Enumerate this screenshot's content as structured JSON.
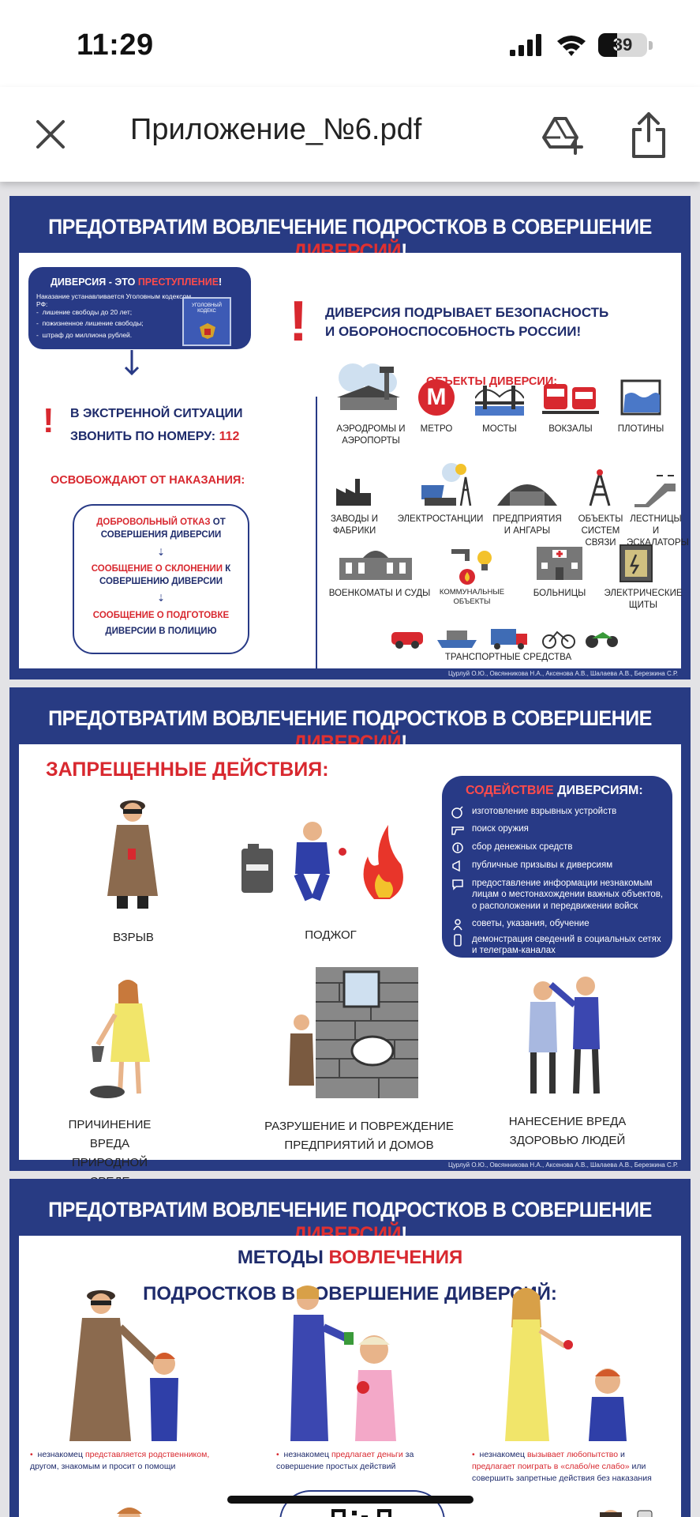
{
  "status": {
    "time": "11:29",
    "battery": "39",
    "battery_level": 0.39
  },
  "toolbar": {
    "title": "Приложение_№6.pdf"
  },
  "pages": [
    {
      "title_main": "ПРЕДОТВРАТИМ ВОВЛЕЧЕНИЕ ПОДРОСТКОВ В СОВЕРШЕНИЕ ",
      "title_red": "ДИВЕРСИЙ",
      "title_end": "!",
      "credits": "Цурлуй О.Ю., Овсянникова Н.А., Аксенова А.В., Шалаева А.В., Березкина С.Р.",
      "definition_title_a": "ДИВЕРСИЯ - ЭТО ",
      "definition_title_red": "ПРЕСТУПЛЕНИЕ",
      "definition_title_b": "!",
      "definition_intro": "Наказание устанавливается  Уголовным кодексом РФ:",
      "definition_items": [
        "лишение свободы до 20 лет;",
        "пожизненное лишение свободы;",
        "штраф до миллиона рублей."
      ],
      "book_label": "УГОЛОВНЫЙ КОДЕКС",
      "emergency_line1": "В ЭКСТРЕННОЙ СИТУАЦИИ",
      "emergency_line2": "ЗВОНИТЬ ПО НОМЕРУ: ",
      "emergency_number": "112",
      "release_title": "ОСВОБОЖДАЮТ ОТ НАКАЗАНИЯ:",
      "release_1_red": "ДОБРОВОЛЬНЫЙ ОТКАЗ",
      "release_1_rest_a": " ОТ",
      "release_1_rest_b": "СОВЕРШЕНИЯ ДИВЕРСИИ",
      "release_2_red": "СООБЩЕНИЕ О СКЛОНЕНИИ",
      "release_2_rest_a": " К",
      "release_2_rest_b": "СОВЕРШЕНИЮ ДИВЕРСИИ",
      "release_3_red": "СООБЩЕНИЕ О ПОДГОТОВКЕ",
      "release_3_rest": "ДИВЕРСИИ В ПОЛИЦИЮ",
      "headline_1": "ДИВЕРСИЯ ПОДРЫВАЕТ БЕЗОПАСНОСТЬ",
      "headline_2": "И ОБОРОНОСПОСОБНОСТЬ РОССИИ!",
      "objects_title": "ОБЪЕКТЫ ДИВЕРСИИ:",
      "metro_letter": "М",
      "objects": [
        "АЭРОДРОМЫ И АЭРОПОРТЫ",
        "МЕТРО",
        "МОСТЫ",
        "ВОКЗАЛЫ",
        "ПЛОТИНЫ",
        "ЗАВОДЫ И ФАБРИКИ",
        "ЭЛЕКТРОСТАНЦИИ",
        "ПРЕДПРИЯТИЯ И АНГАРЫ",
        "ОБЪЕКТЫ СИСТЕМ СВЯЗИ",
        "ЛЕСТНИЦЫ И ЭСКАЛАТОРЫ",
        "ВОЕНКОМАТЫ И СУДЫ",
        "КОММУНАЛЬНЫЕ ОБЪЕКТЫ",
        "БОЛЬНИЦЫ",
        "ЭЛЕКТРИЧЕСКИЕ ЩИТЫ",
        "ТРАНСПОРТНЫЕ СРЕДСТВА"
      ]
    },
    {
      "title_main": "ПРЕДОТВРАТИМ ВОВЛЕЧЕНИЕ ПОДРОСТКОВ В СОВЕРШЕНИЕ ",
      "title_red": "ДИВЕРСИЙ",
      "title_end": "!",
      "credits": "Цурлуй О.Ю., Овсянникова Н.А., Аксенова А.В., Шалаева А.В., Березкина С.Р.",
      "prohibited_title": "ЗАПРЕЩЕННЫЕ ДЕЙСТВИЯ:",
      "actions": [
        "ВЗРЫВ",
        "ПОДЖОГ",
        "ПРИЧИНЕНИЕ ВРЕДА ПРИРОДНОЙ СРЕДЕ",
        "РАЗРУШЕНИЕ И ПОВРЕЖДЕНИЕ ПРЕДПРИЯТИЙ И ДОМОВ",
        "НАНЕСЕНИЕ ВРЕДА ЗДОРОВЬЮ ЛЮДЕЙ"
      ],
      "assist_title_red": "СОДЕЙСТВИЕ",
      "assist_title_rest": " ДИВЕРСИЯМ:",
      "assist_items": [
        "изготовление взрывных устройств",
        "поиск оружия",
        "сбор денежных средств",
        "публичные призывы к диверсиям",
        "предоставление информации незнакомым лицам о местонахождении важных объектов, о расположении и передвижении войск",
        "советы, указания, обучение",
        "демонстрация сведений в социальных сетях и телеграм-каналах"
      ]
    },
    {
      "title_main": "ПРЕДОТВРАТИМ ВОВЛЕЧЕНИЕ ПОДРОСТКОВ В СОВЕРШЕНИЕ ",
      "title_red": "ДИВЕРСИЙ",
      "title_end": "!",
      "methods_a": "МЕТОДЫ ",
      "methods_red": "ВОВЛЕЧЕНИЯ",
      "methods_b": "ПОДРОСТКОВ В СОВЕРШЕНИЕ ДИВЕРСИЙ:",
      "m1_a": "незнакомец ",
      "m1_red": "представляется родственником,",
      "m1_b": "другом, знакомым",
      "m1_c": " и просит о помощи",
      "m2_a": "незнакомец ",
      "m2_red": "предлагает деньги",
      "m2_b": " за",
      "m2_c": "совершение простых действий",
      "m3_a": "незнакомец ",
      "m3_red": "вызывает любопытство",
      "m3_b": " и",
      "m3_red2": "предлагает поиграть в «слабо/не слабо»",
      "m3_c": " или",
      "m3_d": "совершить запретные действия без наказания"
    }
  ],
  "colors": {
    "navy": "#283b83",
    "red": "#d8282f",
    "text": "#1e2b6b"
  }
}
